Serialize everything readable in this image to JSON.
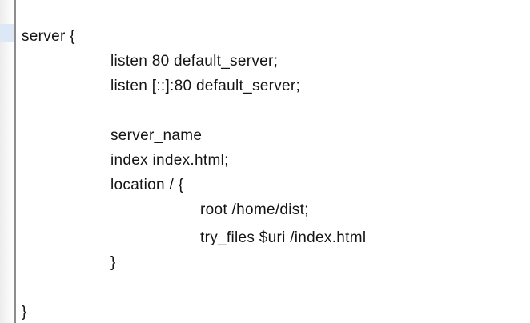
{
  "editor": {
    "content_description": "nginx server block configuration text",
    "background_color": "#ffffff",
    "text_color": "#141414",
    "gutter": {
      "divider_color": "#8d8d8d",
      "active_line_highlight_color": "#dce8f6",
      "active_line_number": 1
    },
    "lines": [
      {
        "text": "server {",
        "indent": 0
      },
      {
        "text": "listen 80 default_server;",
        "indent": 1
      },
      {
        "text": "listen [::]:80 default_server;",
        "indent": 1
      },
      {
        "text": "",
        "indent": 0
      },
      {
        "text": "server_name",
        "indent": 1
      },
      {
        "text": "index index.html;",
        "indent": 1
      },
      {
        "text": "location / {",
        "indent": 1
      },
      {
        "text": "root /home/dist;",
        "indent": 2
      },
      {
        "text": "try_files $uri /index.html",
        "indent": 2
      },
      {
        "text": "}",
        "indent": 1
      },
      {
        "text": "",
        "indent": 0
      },
      {
        "text": "}",
        "indent": 0
      }
    ]
  }
}
